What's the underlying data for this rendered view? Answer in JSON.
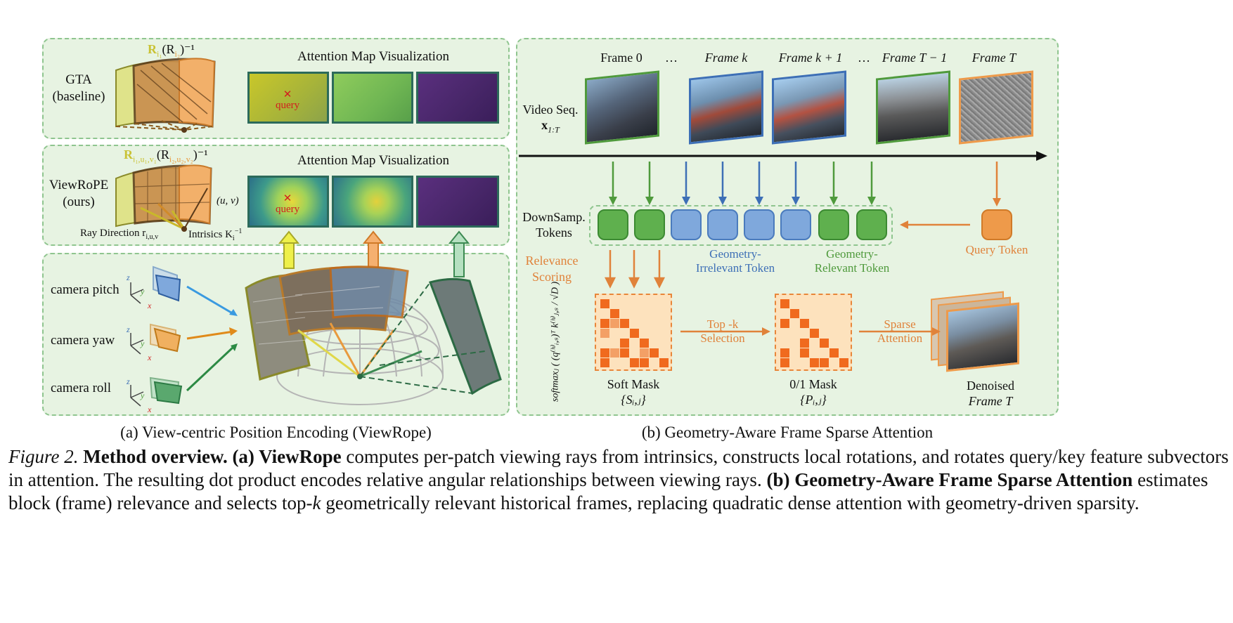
{
  "panel_a": {
    "gta": {
      "label_line1": "GTA",
      "label_line2": "(baseline)",
      "formula_prefix": "R",
      "formula_sub1": "i₁",
      "formula_mid": "(R",
      "formula_sub2": "i₂",
      "formula_suffix": ")⁻¹",
      "attn_title": "Attention Map Visualization",
      "query_label": "query"
    },
    "viewrope": {
      "label_line1": "ViewRoPE",
      "label_line2": "(ours)",
      "formula_prefix": "R",
      "formula_sub1": "i₁,u₁,v₁",
      "formula_mid": "(R",
      "formula_sub2": "i₂,u₂,v₂",
      "formula_suffix": ")⁻¹",
      "attn_title": "Attention Map Visualization",
      "query_label": "query",
      "uv_label": "(u, v)",
      "ray_label": "Ray Direction r",
      "ray_sub": "i,u,v",
      "intrinsics_label": "Intrisics K",
      "intrinsics_sup": "−1",
      "intrinsics_sub": "i"
    },
    "camera": {
      "pitch": "camera pitch",
      "yaw": "camera yaw",
      "roll": "camera roll",
      "axis_z": "z",
      "axis_y": "y",
      "axis_x": "x"
    },
    "caption": "(a) View-centric Position Encoding (ViewRope)"
  },
  "panel_b": {
    "frames": [
      "Frame 0",
      "…",
      "Frame k",
      "Frame k + 1",
      "…",
      "Frame T − 1",
      "Frame T"
    ],
    "video_seq_line1": "Video Seq.",
    "video_seq_line2": "x",
    "video_seq_sub": "1:T",
    "downsamp_line1": "DownSamp.",
    "downsamp_line2": "Tokens",
    "geom_irrelevant_line1": "Geometry-",
    "geom_irrelevant_line2": "Irrelevant Token",
    "geom_relevant_line1": "Geometry-",
    "geom_relevant_line2": "Relevant Token",
    "query_token": "Query Token",
    "relevance_line1": "Relevance",
    "relevance_line2": "Scoring",
    "softmax_formula": "softmaxⱼ ( (q⁽ʰ⁾ᵢ,ₛ)ᵀ k⁽ʰ⁾ⱼ,ₛ / √D )",
    "topk_line1": "Top -k",
    "topk_line2": "Selection",
    "sparse_line1": "Sparse",
    "sparse_line2": "Attention",
    "soft_mask_line1": "Soft Mask",
    "soft_mask_line2": "{Sᵢ,ⱼ}",
    "binary_mask_line1": "0/1 Mask",
    "binary_mask_line2": "{Pᵢ,ⱼ}",
    "denoised_line1": "Denoised",
    "denoised_line2": "Frame T",
    "caption": "(b) Geometry-Aware Frame Sparse Attention"
  },
  "figure_caption": {
    "label": "Figure 2.",
    "title": "Method overview.",
    "a_tag": "(a) ViewRope",
    "a_text": " computes per-patch viewing rays from intrinsics, constructs local rotations, and rotates query/key feature subvectors in attention. The resulting dot product encodes relative angular relationships between viewing rays. ",
    "b_tag": "(b) Geometry-Aware Frame Sparse Attention",
    "b_text_1": " estimates block (frame) relevance and selects top-",
    "b_text_k": "k",
    "b_text_2": " geometrically relevant historical frames, replacing quadratic dense attention with geometry-driven sparsity."
  },
  "colors": {
    "panel_bg": "#e7f3e2",
    "panel_border": "#8fc58f",
    "green_token": "#5fb04e",
    "blue_token": "#7fa8dc",
    "orange_token": "#ee9a4a",
    "mask_bg": "#fde2bd",
    "mask_cell": "#f06a1e"
  }
}
